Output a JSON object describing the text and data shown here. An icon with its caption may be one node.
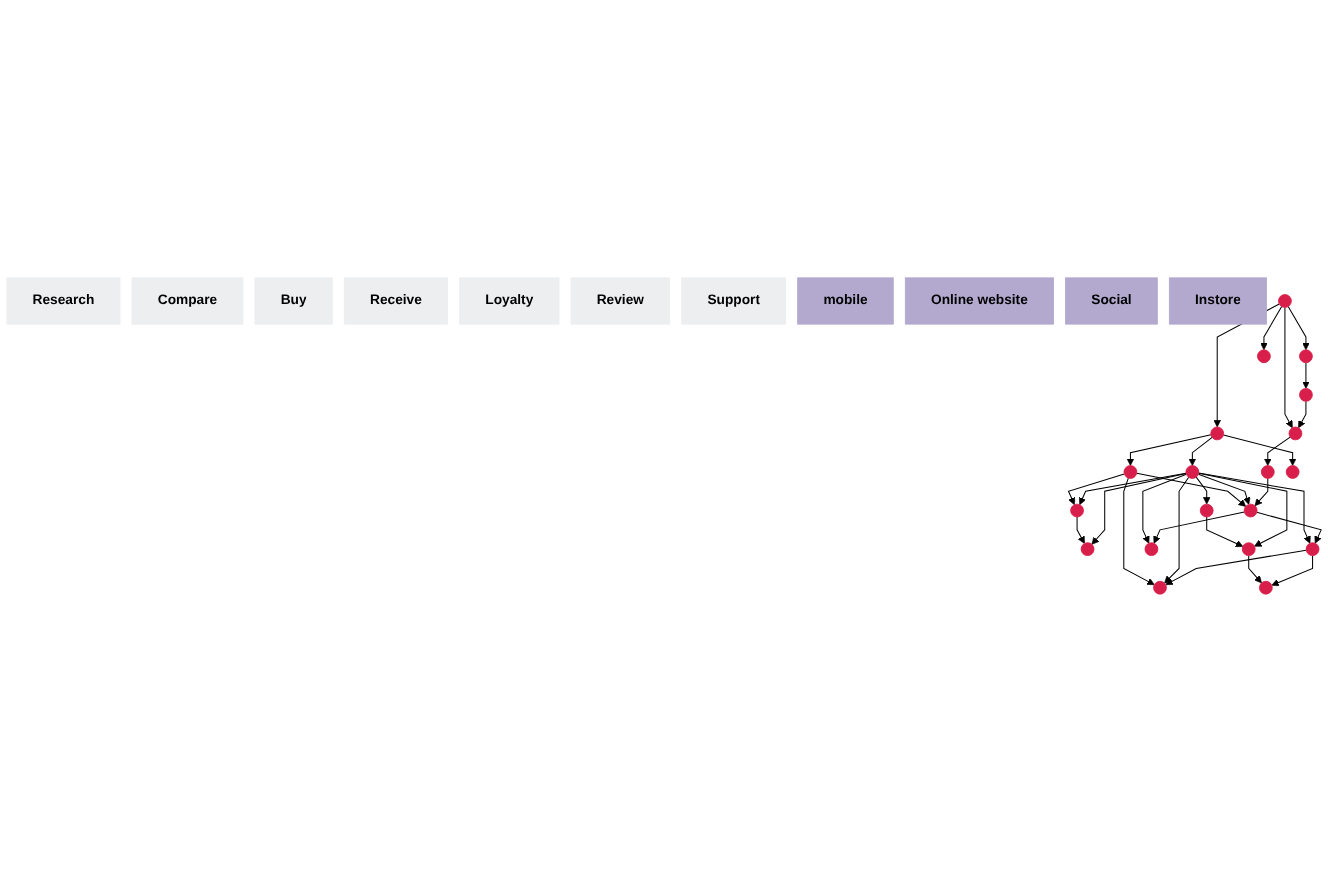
{
  "diagram": {
    "nodes": [
      {
        "text": [
          "Research"
        ]
      },
      {
        "text": [
          "Compare"
        ]
      },
      {
        "text": [
          "Buy"
        ]
      },
      {
        "text": [
          "Receive"
        ]
      },
      {
        "text": [
          "Loyalty"
        ]
      },
      {
        "text": [
          "Review"
        ]
      },
      {
        "text": [
          "Support"
        ]
      },
      {
        "text": [
          "mobile"
        ]
      },
      {
        "text": [
          "Online website"
        ]
      },
      {
        "text": [
          "Social"
        ]
      },
      {
        "text": [
          "Instore"
        ]
      },
      {
        "text": [],
        "shape": "circle"
      },
      {
        "text": [],
        "shape": "circle"
      },
      {
        "text": [],
        "shape": "circle"
      },
      {
        "text": [],
        "shape": "circle"
      },
      {
        "text": [],
        "shape": "circle"
      },
      {
        "text": [],
        "shape": "circle"
      },
      {
        "text": [],
        "shape": "circle"
      },
      {
        "text": [],
        "shape": "circle"
      },
      {
        "text": [],
        "shape": "circle"
      },
      {
        "text": [],
        "shape": "circle"
      },
      {
        "text": [],
        "shape": "circle"
      },
      {
        "text": [],
        "shape": "circle"
      },
      {
        "text": [],
        "shape": "circle"
      },
      {
        "text": [],
        "shape": "circle"
      },
      {
        "text": [],
        "shape": "circle"
      },
      {
        "text": [],
        "shape": "circle"
      },
      {
        "text": [],
        "shape": "circle"
      },
      {
        "text": [],
        "shape": "circle"
      },
      {
        "text": [],
        "shape": "circle"
      }
    ],
    "edges": [
      {
        "from": 11,
        "to": 24,
        "arrow": "to"
      },
      {
        "from": 15,
        "to": 11,
        "arrow": "to"
      },
      {
        "from": 15,
        "to": 16,
        "arrow": "to"
      },
      {
        "from": 15,
        "to": 21,
        "arrow": "to"
      },
      {
        "from": 15,
        "to": 25,
        "arrow": "to"
      },
      {
        "from": 16,
        "to": 12,
        "arrow": "to"
      },
      {
        "from": 16,
        "to": 17,
        "arrow": "to"
      },
      {
        "from": 16,
        "to": 26,
        "arrow": "to"
      },
      {
        "from": 24,
        "to": 21,
        "arrow": "to"
      },
      {
        "from": 21,
        "to": 22,
        "arrow": "to"
      },
      {
        "from": 12,
        "to": 13,
        "arrow": "to"
      },
      {
        "from": 13,
        "to": 14,
        "arrow": "to"
      },
      {
        "from": 12,
        "to": 27,
        "arrow": "to"
      },
      {
        "from": 12,
        "to": 29,
        "arrow": "to"
      },
      {
        "from": 17,
        "to": 13,
        "arrow": "to"
      },
      {
        "from": 17,
        "to": 14,
        "arrow": "to"
      },
      {
        "from": 17,
        "to": 18,
        "arrow": "to"
      },
      {
        "from": 18,
        "to": 19,
        "arrow": "to"
      },
      {
        "from": 19,
        "to": 20,
        "arrow": "to"
      },
      {
        "from": 17,
        "to": 19,
        "arrow": "to"
      },
      {
        "from": 17,
        "to": 23,
        "arrow": "to"
      },
      {
        "from": 17,
        "to": 27,
        "arrow": "to"
      },
      {
        "from": 17,
        "to": 28,
        "arrow": "to"
      },
      {
        "from": 17,
        "to": 29,
        "arrow": "to"
      },
      {
        "from": 22,
        "to": 27,
        "arrow": "to"
      },
      {
        "from": 27,
        "to": 28,
        "arrow": "to"
      },
      {
        "from": 27,
        "to": 23,
        "arrow": "to"
      },
      {
        "from": 28,
        "to": 29,
        "arrow": "to"
      },
      {
        "from": 28,
        "to": 20,
        "arrow": "to"
      }
    ]
  }
}
